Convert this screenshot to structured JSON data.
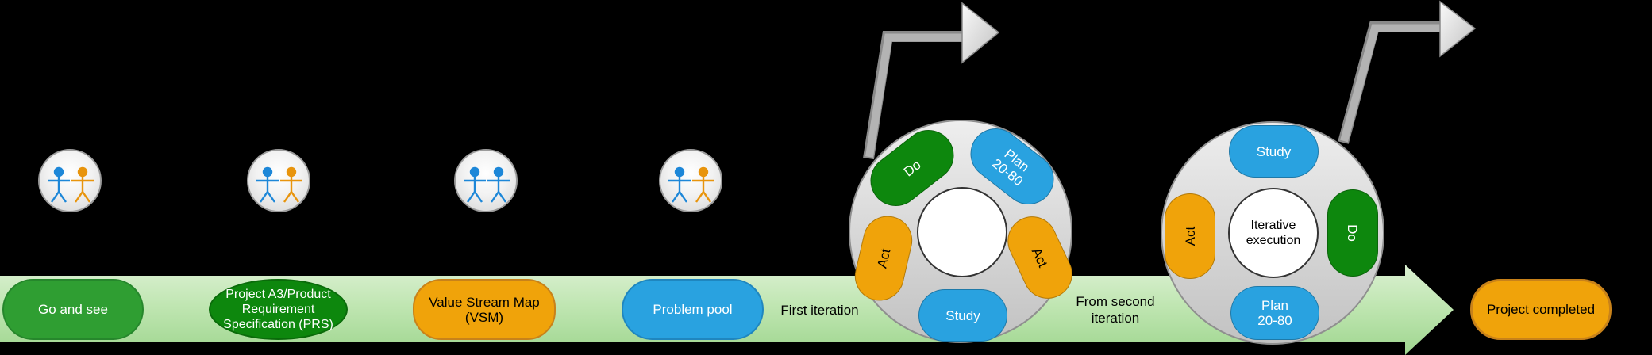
{
  "canvas": {
    "background": "#000000"
  },
  "colors": {
    "band_top": "#dbf0d2",
    "band_mid": "#c0e6b2",
    "band_bottom": "#9fd68f",
    "green_medium": "#2f9e32",
    "green_medium_border": "#26872c",
    "green_dark": "#0d870d",
    "green_dark_border": "#0a6b0a",
    "orange": "#f0a30a",
    "orange_border": "#c8821a",
    "blue": "#29a2e0",
    "blue_border": "#1f86bf",
    "wheel_gray_light": "#eeeeee",
    "wheel_gray_dark": "#c2c2c2",
    "wheel_border": "#8f8f8f",
    "inner_circle_fill": "#ffffff",
    "inner_circle_border": "#333333",
    "arrow_line": "#b3b3b3",
    "arrow_outline": "#8a8a8a",
    "arrowhead_light": "#fafafa",
    "arrowhead_dark": "#bfbfbf",
    "person_blue": "#1d87d8",
    "person_orange": "#e8940c",
    "text_light": "#ffffff",
    "text_dark": "#000000"
  },
  "steps": [
    {
      "name": "go-and-see",
      "lines": [
        "Go and see",
        "",
        ""
      ]
    },
    {
      "name": "project-a3-prs",
      "lines": [
        "Project A3/Product",
        "Requirement",
        "Specification (PRS)"
      ]
    },
    {
      "name": "value-stream-map",
      "lines": [
        "Value Stream Map",
        "(VSM)",
        ""
      ]
    },
    {
      "name": "problem-pool",
      "lines": [
        "Problem pool",
        "",
        ""
      ]
    },
    {
      "name": "project-completed",
      "lines": [
        "Project completed",
        "",
        ""
      ]
    }
  ],
  "band": {
    "first_iteration": "First iteration",
    "from_second": {
      "line1": "From second",
      "line2": "iteration"
    }
  },
  "wheels": [
    {
      "name": "first-pdsa-wheel",
      "center_label": {
        "line1": "",
        "line2": ""
      },
      "pills": [
        {
          "label": "Do"
        },
        {
          "line1": "Plan",
          "line2": "20-80"
        },
        {
          "label": "Act"
        },
        {
          "label": "Act"
        },
        {
          "label": "Study"
        }
      ]
    },
    {
      "name": "second-pdsa-wheel",
      "center_label": {
        "line1": "Iterative",
        "line2": "execution"
      },
      "pills": [
        {
          "label": "Study"
        },
        {
          "label": "Act"
        },
        {
          "label": "Do"
        },
        {
          "line1": "Plan",
          "line2": "20-80"
        }
      ]
    }
  ]
}
